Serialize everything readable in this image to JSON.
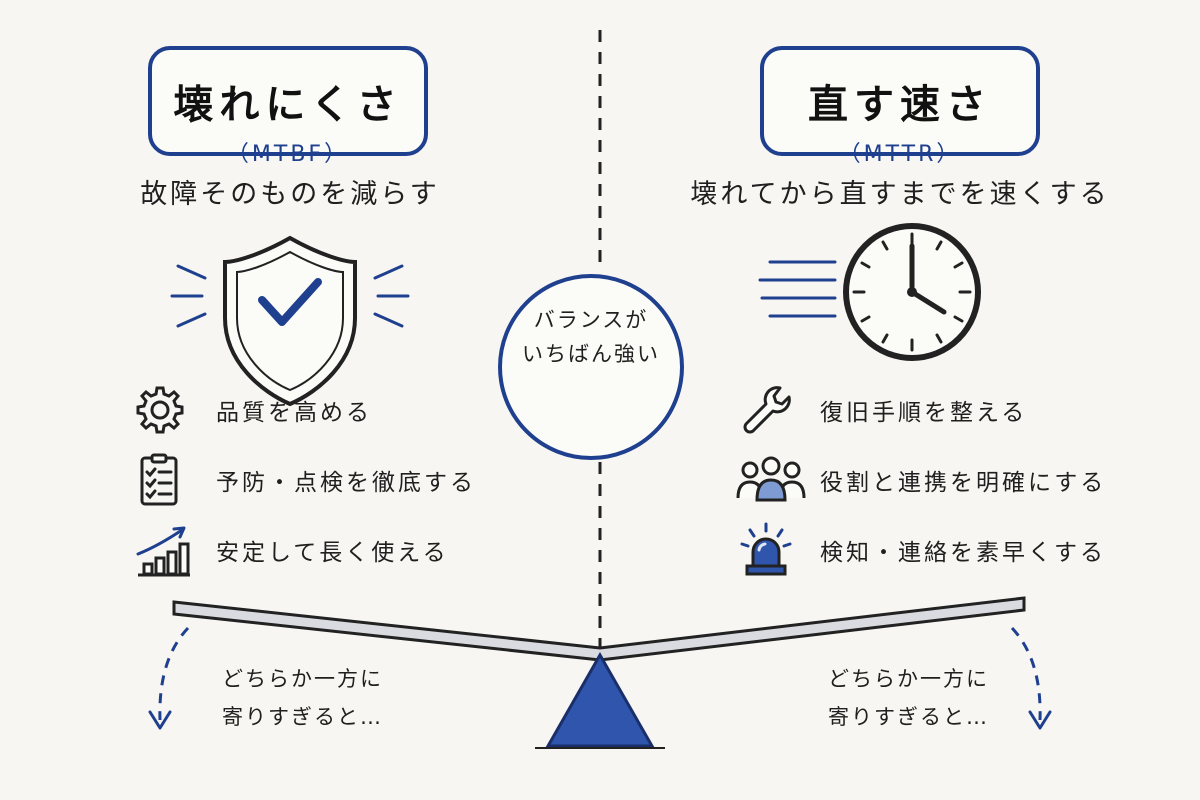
{
  "left": {
    "title": "壊れにくさ",
    "abbr": "（MTBF）",
    "subtitle": "故障そのものを減らす",
    "items": [
      {
        "icon": "gear-icon",
        "label": "品質を高める"
      },
      {
        "icon": "checklist-icon",
        "label": "予防・点検を徹底する"
      },
      {
        "icon": "growth-chart-icon",
        "label": "安定して長く使える"
      }
    ],
    "warning": {
      "line1": "どちらか一方に",
      "line2": "寄りすぎると…"
    }
  },
  "right": {
    "title": "直す速さ",
    "abbr": "（MTTR）",
    "subtitle": "壊れてから直すまでを速くする",
    "items": [
      {
        "icon": "wrench-icon",
        "label": "復旧手順を整える"
      },
      {
        "icon": "team-icon",
        "label": "役割と連携を明確にする"
      },
      {
        "icon": "alarm-light-icon",
        "label": "検知・連絡を素早くする"
      }
    ],
    "warning": {
      "line1": "どちらか一方に",
      "line2": "寄りすぎると…"
    }
  },
  "center": {
    "line1": "バランスが",
    "line2": "いちばん強い"
  },
  "colors": {
    "accent": "#1f3f8f",
    "ink": "#1f1f1f",
    "background": "#f7f6f2"
  }
}
